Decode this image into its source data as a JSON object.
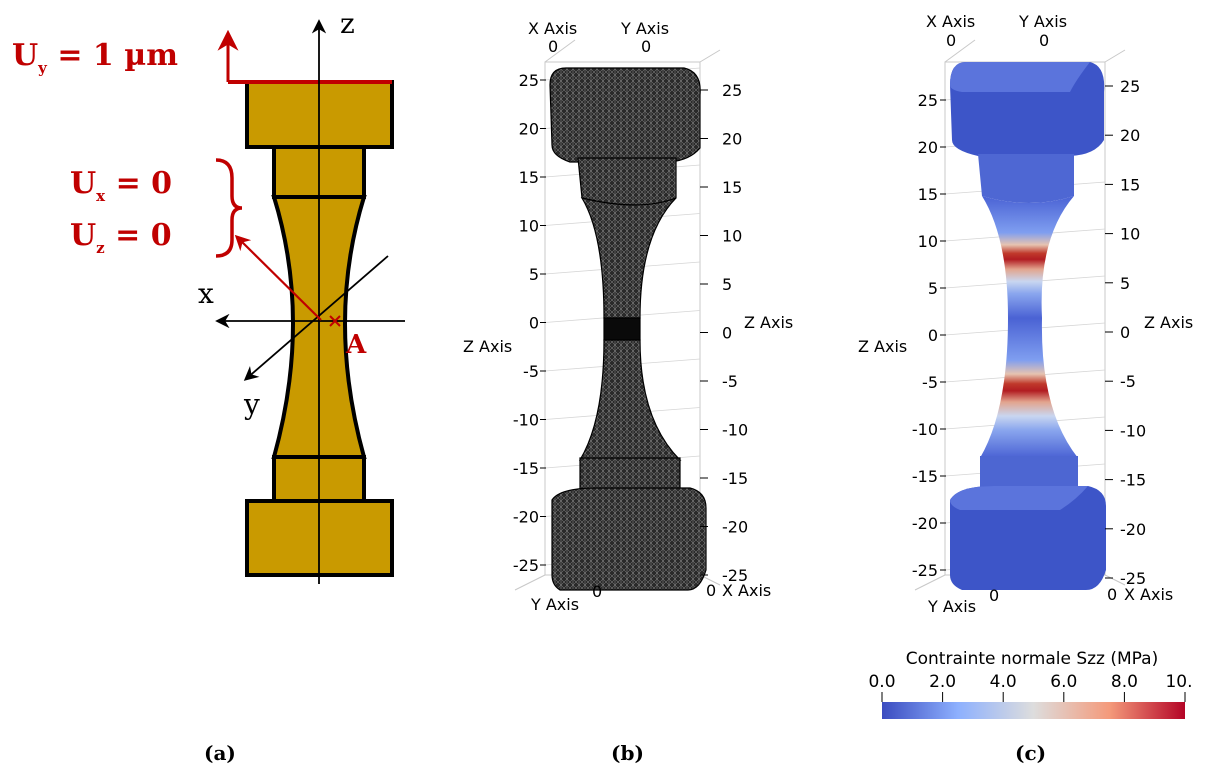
{
  "panel_a": {
    "uy_label": "U",
    "uy_sub": "y",
    "uy_rest": " = 1 µm",
    "ux_label": "U",
    "ux_sub": "x",
    "ux_rest": " = 0",
    "uz_label": "U",
    "uz_sub": "z",
    "uz_rest": " = 0",
    "axis_z": "z",
    "axis_x": "x",
    "axis_y": "y",
    "point": "A",
    "caption": "(a)",
    "specimen_color": "#c99a00",
    "load_color": "#c00000"
  },
  "panel_b": {
    "x_axis_top": "X Axis",
    "y_axis_top": "Y Axis",
    "x_top_zero": "0",
    "y_top_zero": "0",
    "z_axis_right": "Z Axis",
    "z_axis_left": "Z Axis",
    "x_axis_bottom": "X Axis",
    "y_axis_bottom": "Y Axis",
    "x_bottom_zero": "0",
    "y_bottom_zero": "0",
    "left_ticks": [
      "25",
      "20",
      "15",
      "10",
      "5",
      "0",
      "-5",
      "-10",
      "-15",
      "-20",
      "-25"
    ],
    "right_ticks": [
      "25",
      "20",
      "15",
      "10",
      "5",
      "0",
      "-5",
      "-10",
      "-15",
      "-20",
      "-25"
    ],
    "caption": "(b)"
  },
  "panel_c": {
    "x_axis_top": "X Axis",
    "y_axis_top": "Y Axis",
    "x_top_zero": "0",
    "y_top_zero": "0",
    "z_axis_right": "Z Axis",
    "z_axis_left": "Z Axis",
    "x_axis_bottom": "X Axis",
    "y_axis_bottom": "Y Axis",
    "x_bottom_zero": "0",
    "y_bottom_zero": "0",
    "left_ticks": [
      "25",
      "20",
      "15",
      "10",
      "5",
      "0",
      "-5",
      "-10",
      "-15",
      "-20",
      "-25"
    ],
    "right_ticks": [
      "25",
      "20",
      "15",
      "10",
      "5",
      "0",
      "-5",
      "-10",
      "-15",
      "-20",
      "-25"
    ],
    "colorbar_title": "Contrainte normale Szz (MPa)",
    "colorbar_ticks": [
      "0.0",
      "2.0",
      "4.0",
      "6.0",
      "8.0",
      "10."
    ],
    "colormap_low": "#3b4cc0",
    "colormap_mid": "#dddddd",
    "colormap_high": "#b40426",
    "caption": "(c)"
  }
}
